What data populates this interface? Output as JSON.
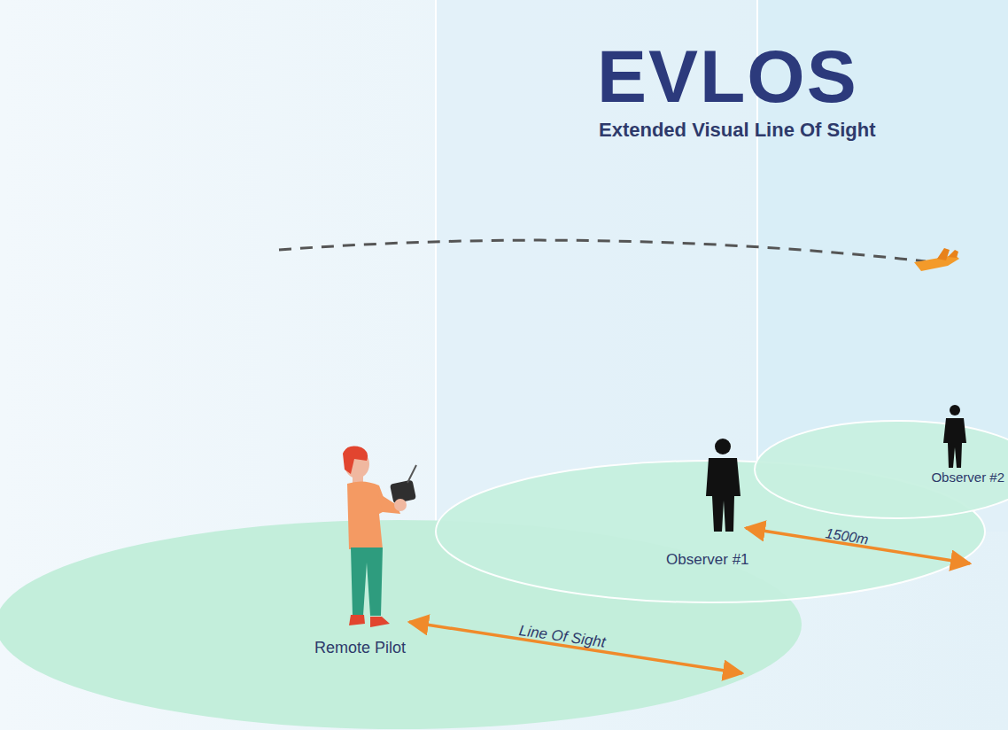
{
  "diagram": {
    "title": "EVLOS",
    "labels": [
      "Extended Visual Line Of Sight",
      "Observer #2",
      "Observer #1",
      "1500m",
      "Remote Pilot",
      "Line Of Sight"
    ]
  }
}
